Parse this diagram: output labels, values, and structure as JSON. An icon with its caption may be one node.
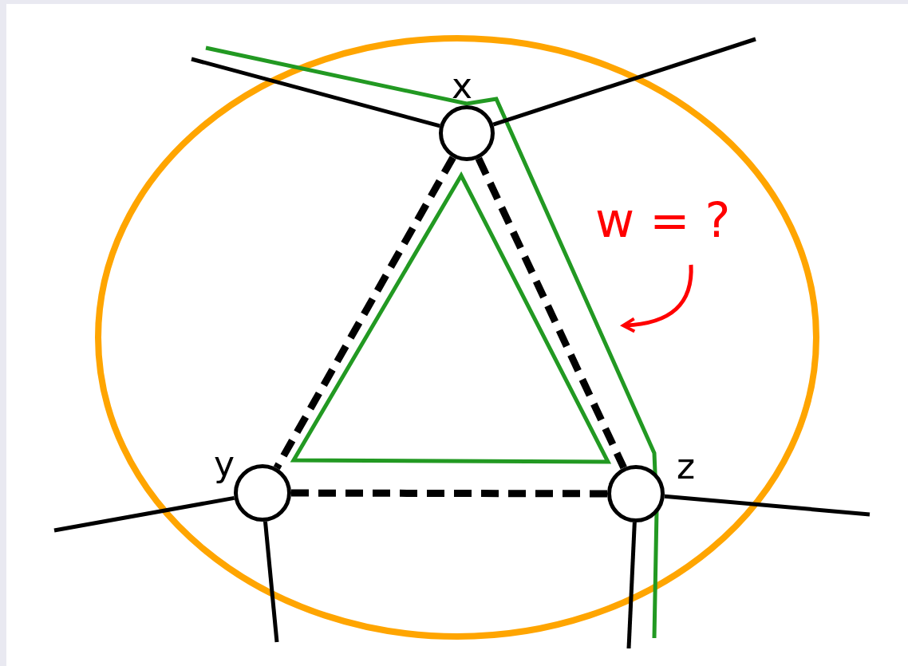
{
  "diagram": {
    "nodes": [
      {
        "text": [],
        "shape": "circle",
        "beside": [
          "x"
        ]
      },
      {
        "text": [],
        "shape": "circle",
        "beside": [
          "y"
        ]
      },
      {
        "text": [],
        "shape": "circle",
        "beside": [
          "z"
        ]
      },
      {
        "text": [
          "w = ?"
        ]
      }
    ],
    "edges": [
      {
        "from": 0,
        "to": 1,
        "arrow": "none",
        "style": "dashed"
      },
      {
        "from": 0,
        "to": 2,
        "arrow": "none",
        "style": "dashed"
      },
      {
        "from": 1,
        "to": 2,
        "arrow": "none",
        "style": "dashed"
      },
      {
        "from": 0,
        "to": null,
        "arrow": "none"
      },
      {
        "from": 0,
        "to": null,
        "arrow": "none"
      },
      {
        "from": 1,
        "to": null,
        "arrow": "none"
      },
      {
        "from": 1,
        "to": null,
        "arrow": "none"
      },
      {
        "from": 2,
        "to": null,
        "arrow": "none"
      },
      {
        "from": 2,
        "to": null,
        "arrow": "none"
      },
      {
        "from": 3,
        "to": null,
        "arrow": "to",
        "color": "#ff0000"
      }
    ]
  }
}
